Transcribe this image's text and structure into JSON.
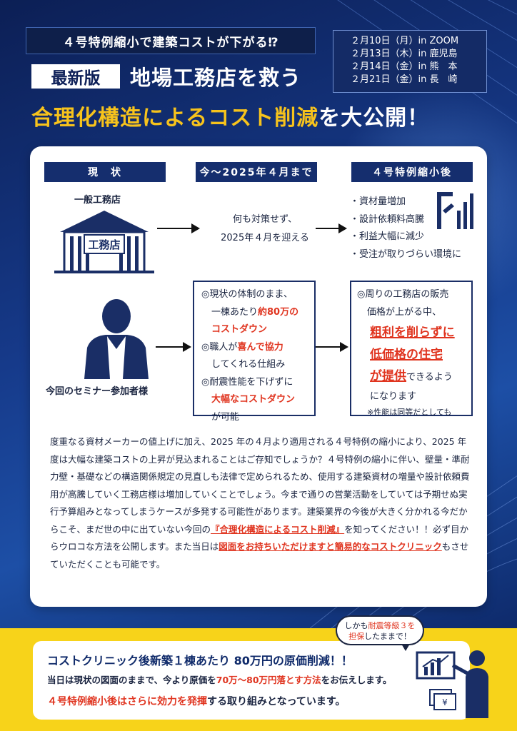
{
  "header": {
    "subtitle": "４号特例縮小で建築コストが下がる⁉",
    "schedule": [
      "２月10日（月）in ZOOM",
      "２月13日（木）in 鹿児島",
      "２月14日（金）in 熊　本",
      "２月21日（金）in 長　崎"
    ],
    "badge": "最新版",
    "title_line1": "地場工務店を救う",
    "title_line2_main": "合理化構造によるコスト削減",
    "title_line2_tail": "を大公開！"
  },
  "comparison": {
    "col_now": "現　状",
    "col_until": "今〜2025年４月まで",
    "col_after": "４号特例縮小後",
    "general_label": "一般工務店",
    "house_sign": "工務店",
    "mid_text_1": "何も対策せず、",
    "mid_text_2": "2025年４月を迎える",
    "after_items": [
      "・資材量増加",
      "・設計依頼料高騰",
      "・利益大幅に減少",
      "・受注が取りづらい環境に"
    ],
    "participant_label": "今回のセミナー参加者様",
    "box1": {
      "l1": "◎現状の体制のまま、",
      "l2a": "一棟あたり",
      "l2b": "約80万の",
      "l3": "コストダウン",
      "l4a": "◎職人が",
      "l4b": "喜んで協力",
      "l5": "してくれる仕組み",
      "l6": "◎耐震性能を下げずに",
      "l7": "大幅なコストダウン",
      "l8": "が可能"
    },
    "box2": {
      "l1": "◎周りの工務店の販売",
      "l2": "価格が上がる中、",
      "l3": "粗利を削らずに",
      "l4": "低価格の住宅",
      "l5a": "が提供",
      "l5b": "できるよう",
      "l6": "になります",
      "l7": "※性能は同等だとしても"
    }
  },
  "body": {
    "p1": "度重なる資材メーカーの値上げに加え、2025 年の４月より適用される４号特例の縮小により、2025 年度は大幅な建築コストの上昇が見込まれることはご存知でしょうか？４号特例の縮小に伴い、壁量・準耐力壁・基礎などの構造関係規定の見直しも法律で定められるため、使用する建築資材の増量や設計依頼費用が高騰していく工務店様は増加していくことでしょう。今まで通りの営業活動をしていては予期せぬ実行予算組みとなってしまうケースが多発する可能性があります。建築業界の今後が大きく分かれる今だからこそ、まだ世の中に出ていない今回の",
    "hl1": "『合理化構造によるコスト削減』",
    "p2": "を知ってください！！必ず目からウロコな方法を公開します。また当日は",
    "hl2": "図面をお持ちいただけますと簡易的なコストクリニック",
    "p3": "もさせていただくことも可能です。"
  },
  "footer": {
    "bubble_1": "しかも",
    "bubble_red": "耐震等級３を",
    "bubble_2a": "担保",
    "bubble_2b": "したままで！",
    "line1": "コストクリニック後新築１棟あたり 80万円の原価削減！！",
    "line2a": "当日は現状の図面のままで、今より原価を",
    "line2red": "70万〜80万円落とす方法",
    "line2b": "をお伝えします。",
    "line3a": "４号特例縮小後はさらに効力を発揮",
    "line3b": "する取り組みとなっています。",
    "yen": "¥"
  }
}
